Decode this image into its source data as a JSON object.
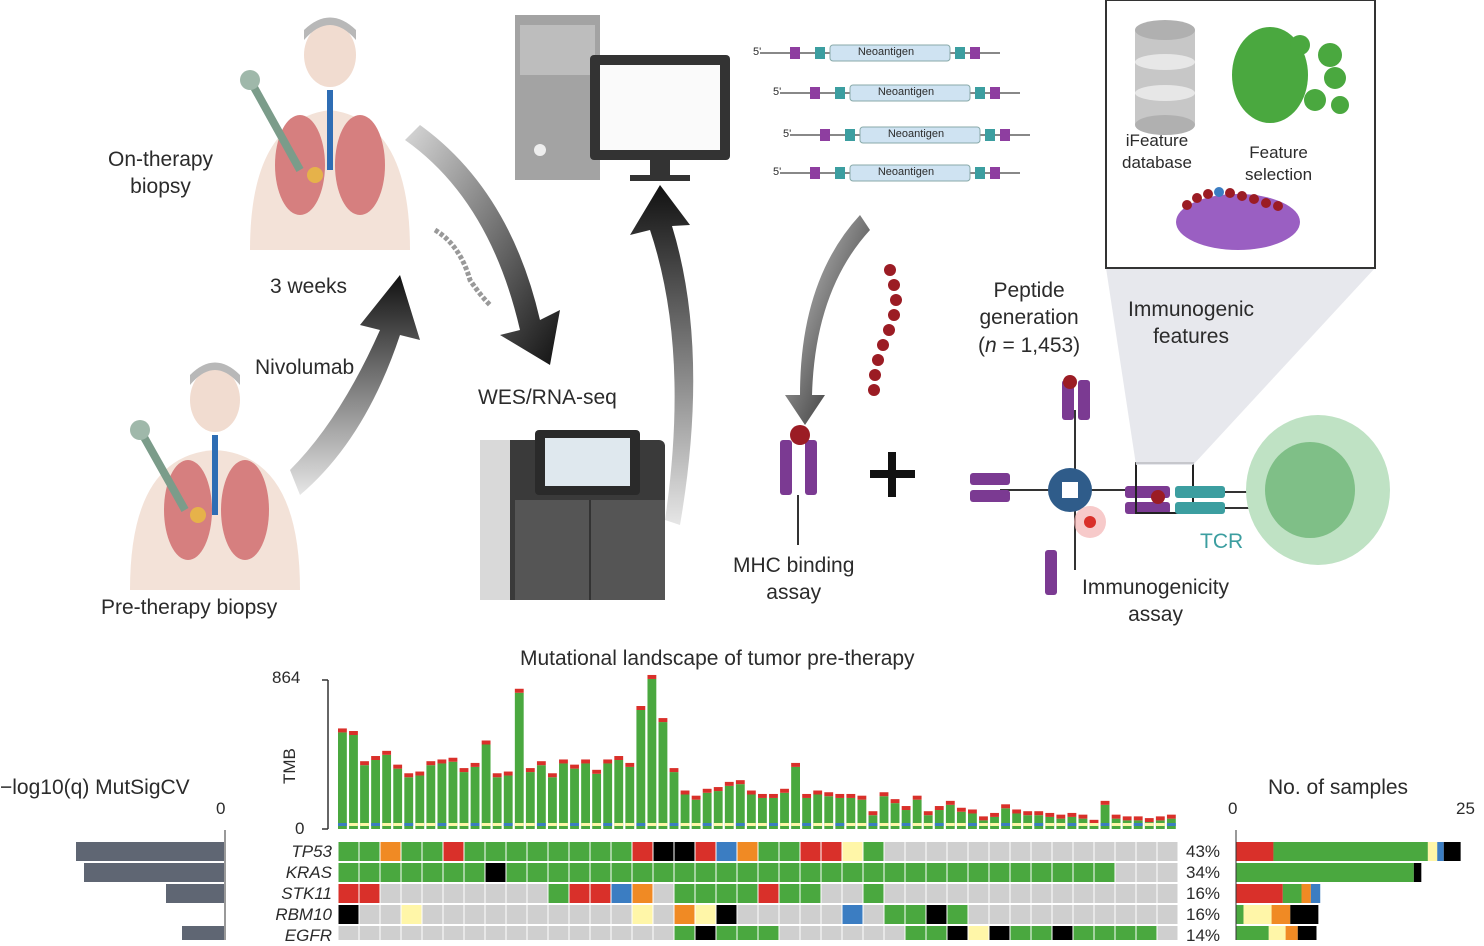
{
  "top": {
    "on_therapy": [
      "On-therapy",
      "biopsy"
    ],
    "weeks": "3 weeks",
    "drug": "Nivolumab",
    "pre_therapy": "Pre-therapy biopsy",
    "seq": "WES/RNA-seq",
    "construct_prefix": "5'",
    "construct_label": "Neoantigen",
    "constructs": [
      "Neoantigen",
      "Neoantigen",
      "Neoantigen",
      "Neoantigen"
    ],
    "ifeature": [
      "iFeature",
      "database"
    ],
    "feature_sel": [
      "Feature",
      "selection"
    ],
    "peptide": [
      "Peptide",
      "generation"
    ],
    "peptide_n_var": "n",
    "peptide_n_val": " = 1,453)",
    "immunogenic_features": [
      "Immunogenic",
      "features"
    ],
    "mhc": [
      "MHC binding",
      "assay"
    ],
    "tcr": "TCR",
    "immunogenicity": [
      "Immunogenicity",
      "assay"
    ],
    "plus": "+"
  },
  "bottom": {
    "title": "Mutational landscape of tumor pre-therapy",
    "tmb_label": "TMB",
    "tmb_max": "864",
    "tmb_zero": "0",
    "mutsig_label": "−log10(q) MutSigCV",
    "mutsig_zero": "0",
    "samples_label": "No. of samples",
    "samples_zero": "0",
    "samples_max": "25",
    "genes": [
      "TP53",
      "KRAS",
      "STK11",
      "RBM10",
      "EGFR"
    ],
    "percents": [
      "43%",
      "34%",
      "16%",
      "16%",
      "14%"
    ]
  },
  "chart_data": {
    "type": "bar",
    "title": "Mutational landscape of tumor pre-therapy",
    "ylabel": "TMB",
    "ylim": [
      0,
      864
    ],
    "values": [
      560,
      545,
      370,
      400,
      430,
      350,
      300,
      310,
      370,
      380,
      390,
      330,
      360,
      490,
      300,
      310,
      790,
      330,
      370,
      300,
      380,
      350,
      380,
      320,
      380,
      400,
      360,
      690,
      870,
      620,
      330,
      200,
      170,
      210,
      220,
      250,
      260,
      200,
      180,
      180,
      210,
      360,
      180,
      200,
      190,
      180,
      180,
      170,
      80,
      190,
      150,
      110,
      170,
      80,
      110,
      140,
      100,
      90,
      50,
      70,
      120,
      90,
      80,
      80,
      70,
      60,
      70,
      60,
      30,
      140,
      60,
      50,
      50,
      40,
      50,
      60
    ],
    "genes": [
      "TP53",
      "KRAS",
      "STK11",
      "RBM10",
      "EGFR"
    ],
    "gene_frequency_percent": [
      43,
      34,
      16,
      16,
      14
    ],
    "samples_xlim": [
      0,
      25
    ],
    "colors": {
      "missense": "#4aa83f",
      "nonsense": "#d9302a",
      "frameshift": "#f08a24",
      "splice": "#fff6a8",
      "multi": "#000000",
      "inframe": "#3b7dc2",
      "none": "#cfcfcf",
      "mutsig": "#5f6673"
    }
  }
}
